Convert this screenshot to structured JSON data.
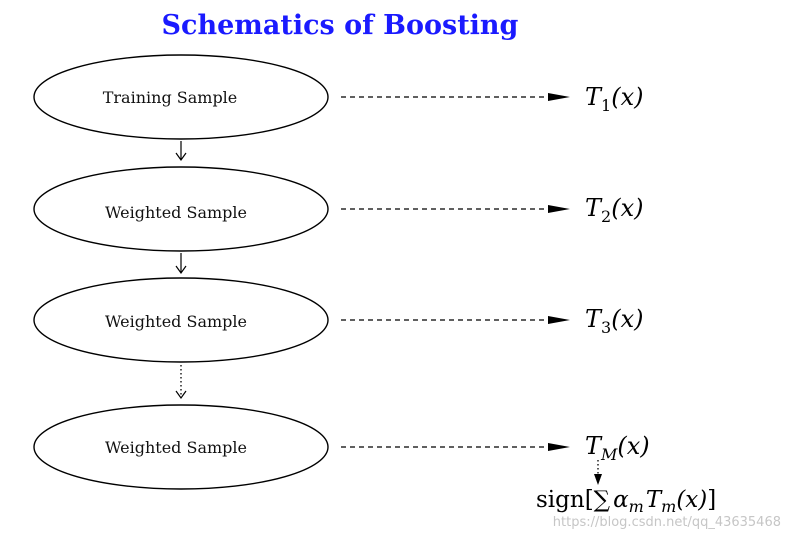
{
  "title": "Schematics of Boosting",
  "nodes": [
    {
      "label": "Training Sample",
      "output_base": "T",
      "output_sub": "1",
      "output_arg": "(x)"
    },
    {
      "label": "Weighted Sample",
      "output_base": "T",
      "output_sub": "2",
      "output_arg": "(x)"
    },
    {
      "label": "Weighted Sample",
      "output_base": "T",
      "output_sub": "3",
      "output_arg": "(x)"
    },
    {
      "label": "Weighted Sample",
      "output_base": "T",
      "output_sub": "M",
      "output_arg": "(x)"
    }
  ],
  "final": {
    "sign": "sign[",
    "sum": "∑",
    "alpha": "α",
    "alpha_sub": "m",
    "t": "T",
    "t_sub": "m",
    "arg": "(x)",
    "close": "]"
  },
  "watermark": "https://blog.csdn.net/qq_43635468"
}
